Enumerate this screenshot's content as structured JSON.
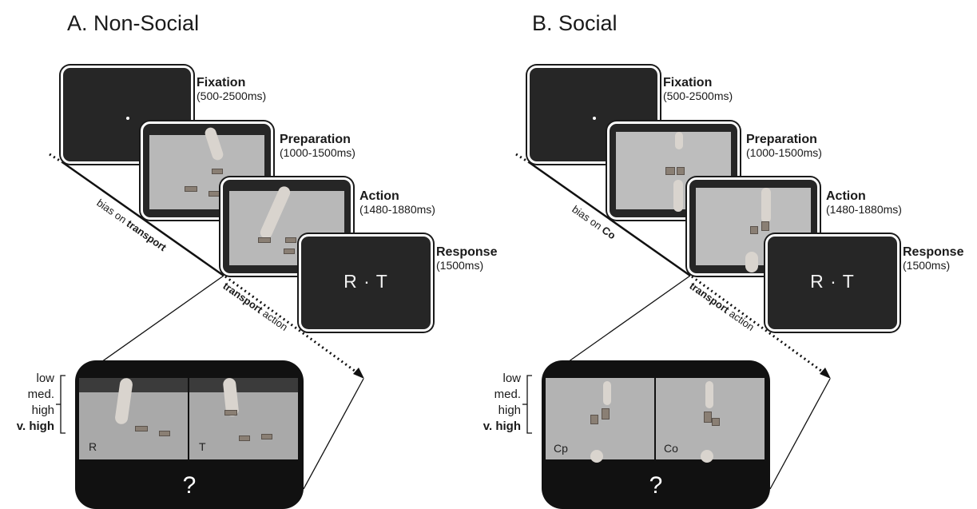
{
  "panels": [
    {
      "title": "A. Non-Social",
      "stages": [
        {
          "name": "Fixation",
          "duration": "(500-2500ms)"
        },
        {
          "name": "Preparation",
          "duration": "(1000-1500ms)"
        },
        {
          "name": "Action",
          "duration": "(1480-1880ms)"
        },
        {
          "name": "Response",
          "duration": "(1500ms)"
        }
      ],
      "response_text": "R · T",
      "bias_prefix": "bias on ",
      "bias_word": "transport",
      "action_word": "transport",
      "action_suffix": " action",
      "levels": [
        "low",
        "med.",
        "high",
        "v. high"
      ],
      "options": [
        "R",
        "T"
      ],
      "question": "?"
    },
    {
      "title": "B. Social",
      "stages": [
        {
          "name": "Fixation",
          "duration": "(500-2500ms)"
        },
        {
          "name": "Preparation",
          "duration": "(1000-1500ms)"
        },
        {
          "name": "Action",
          "duration": "(1480-1880ms)"
        },
        {
          "name": "Response",
          "duration": "(1500ms)"
        }
      ],
      "response_text": "R · T",
      "bias_prefix": "bias on ",
      "bias_word": "Co",
      "action_word": "transport",
      "action_suffix": " action",
      "levels": [
        "low",
        "med.",
        "high",
        "v. high"
      ],
      "options": [
        "Cp",
        "Co"
      ],
      "question": "?"
    }
  ]
}
